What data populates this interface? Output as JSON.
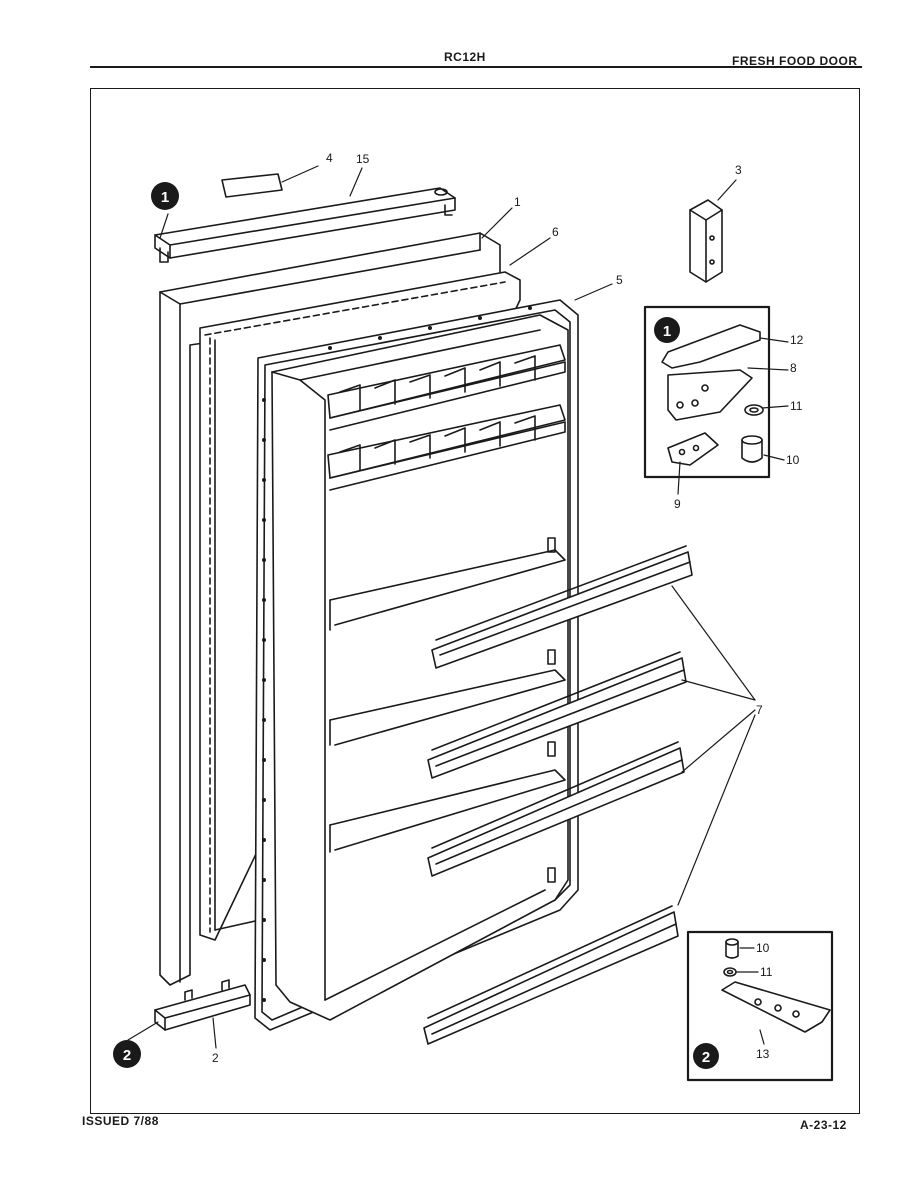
{
  "header": {
    "model": "RC12H",
    "section": "FRESH FOOD DOOR"
  },
  "footer": {
    "issued": "ISSUED 7/88",
    "page_code": "A-23-12"
  },
  "callouts": {
    "badge_1": "1",
    "badge_2": "2",
    "p1": "1",
    "p2": "2",
    "p3": "3",
    "p4": "4",
    "p5": "5",
    "p6": "6",
    "p7": "7",
    "p8": "8",
    "p9": "9",
    "p10": "10",
    "p10b": "10",
    "p11": "11",
    "p11b": "11",
    "p12": "12",
    "p13": "13",
    "p15": "15"
  }
}
